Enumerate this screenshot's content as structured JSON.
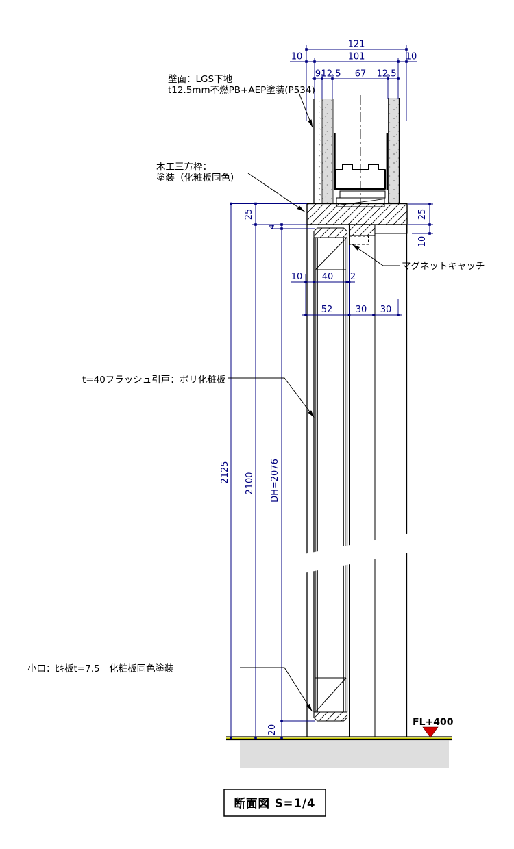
{
  "drawing": {
    "title": "断面図 S=1/4",
    "labels": {
      "wall_line1": "壁面：LGS下地",
      "wall_line2": "t12.5mm不燃PB+AEP塗装(P534)",
      "frame_line1": "木工三方枠：",
      "frame_line2": "塗装（化粧板同色）",
      "magnet_catch": "マグネットキャッチ",
      "door": "t=40フラッシュ引戸：ポリ化粧板",
      "door_edge": "小口：ﾋｷ板t=7.5　化粧板同色塗装",
      "floor_level": "FL+400"
    },
    "dimensions": {
      "top_overall": "121",
      "top_left_margin": "10",
      "top_opening": "101",
      "top_right_margin": "10",
      "layer_9": "9",
      "layer_12_5_left": "12.5",
      "pocket_67": "67",
      "layer_12_5_right": "12.5",
      "head_left_25": "25",
      "head_left_4": "4",
      "head_right_25": "25",
      "head_right_10": "10",
      "mid_10": "10",
      "mid_40": "40",
      "mid_2": "2",
      "mid_52": "52",
      "mid_30_a": "30",
      "mid_30_b": "30",
      "height_total": "2125",
      "height_opening": "2100",
      "height_door": "DH=2076",
      "bottom_gap": "20"
    },
    "colors": {
      "dimension_blue": "#000080",
      "line_black": "#000000",
      "floor_accent_yellow": "#c0c000",
      "slab_gray": "#dedede",
      "wall_stipple_gray": "#dcdcdc",
      "level_marker_red": "#d40000"
    }
  }
}
